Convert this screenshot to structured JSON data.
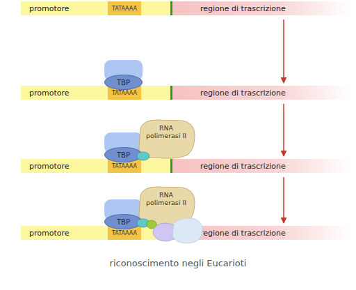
{
  "diagram": {
    "caption": "riconoscimento negli Eucarioti",
    "nodes": [
      {
        "text": [
          "promotore"
        ]
      },
      {
        "text": [
          "TATAAAA"
        ],
        "in": 0
      },
      {
        "text": [
          "regione di trascrizione"
        ]
      },
      {
        "text": [
          "TBP"
        ]
      },
      {
        "text": [
          "promotore"
        ]
      },
      {
        "text": [
          "TATAAAA"
        ],
        "in": 4
      },
      {
        "text": [
          "regione di trascrizione"
        ]
      },
      {
        "text": [
          "RNA polimerasi II"
        ]
      },
      {
        "text": [
          "TBP"
        ]
      },
      {
        "text": [
          "promotore"
        ]
      },
      {
        "text": [
          "TATAAAA"
        ],
        "in": 9
      },
      {
        "text": [
          "regione di trascrizione"
        ]
      },
      {
        "text": [
          "RNA polimerasi II"
        ]
      },
      {
        "text": [
          "TBP"
        ]
      },
      {
        "text": [
          "promotore"
        ]
      },
      {
        "text": [
          "TATAAAA"
        ],
        "in": 14
      },
      {
        "text": [
          "regione di trascrizione"
        ]
      }
    ],
    "edges": [
      {
        "from": 2,
        "to": 6,
        "arrow": "to"
      },
      {
        "from": 6,
        "to": 11,
        "arrow": "to"
      },
      {
        "from": 11,
        "to": 16,
        "arrow": "to"
      }
    ]
  }
}
